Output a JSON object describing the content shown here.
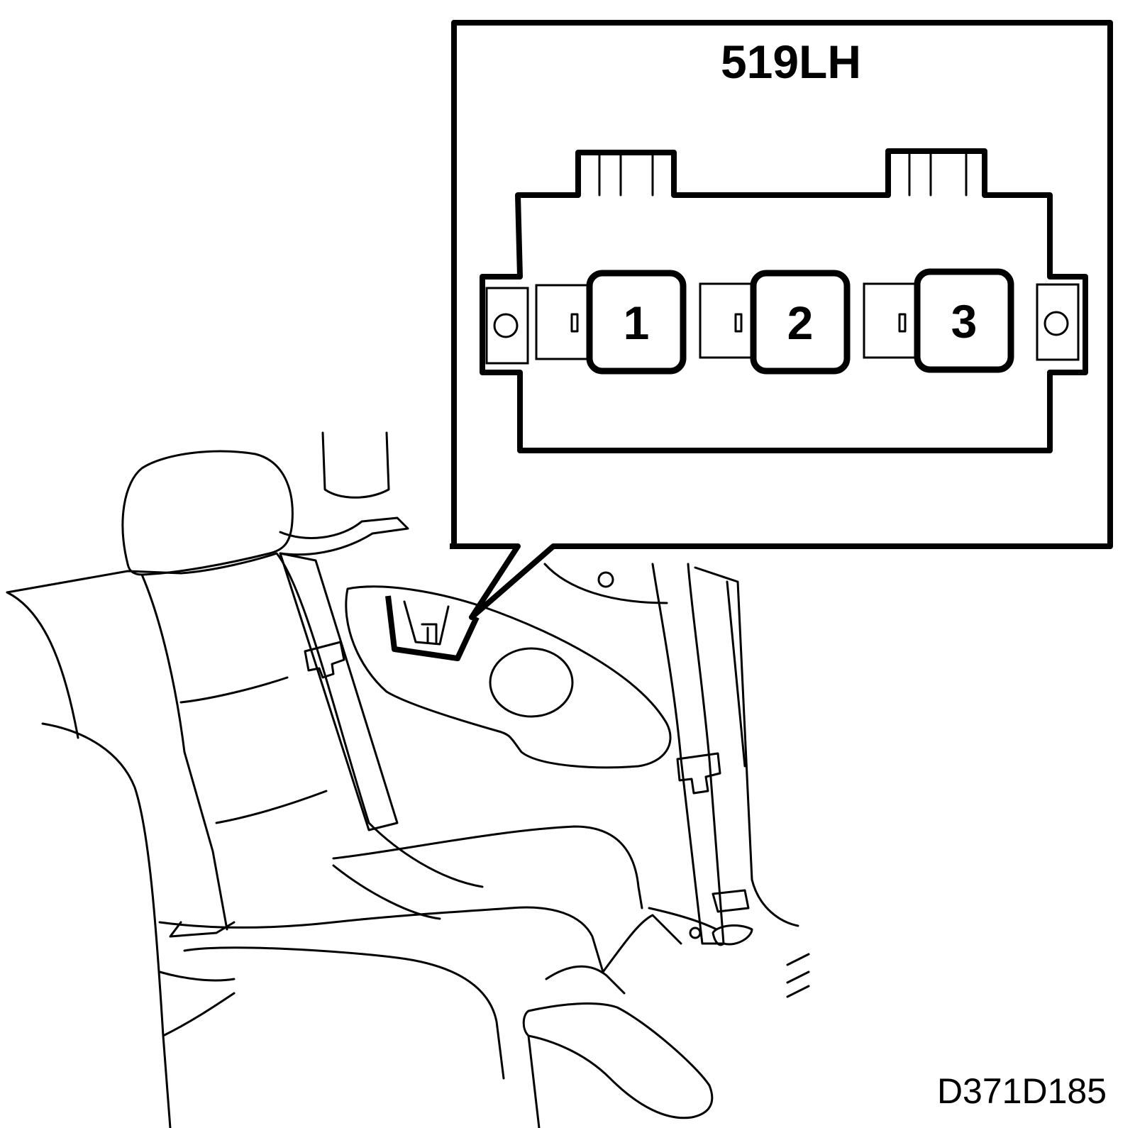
{
  "callout": {
    "title": "519LH",
    "relays": [
      {
        "label": "1"
      },
      {
        "label": "2"
      },
      {
        "label": "3"
      }
    ]
  },
  "figure_code": "D371D185"
}
